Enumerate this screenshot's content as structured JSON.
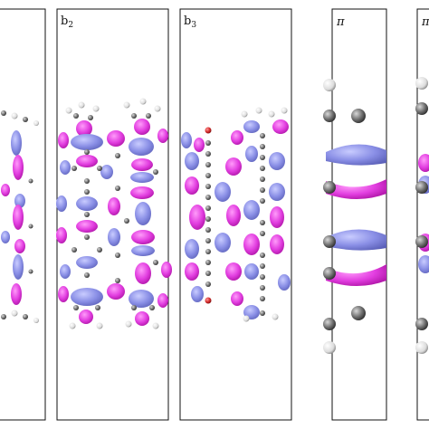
{
  "panels": [
    {
      "id": "b1",
      "label": "",
      "sub": ""
    },
    {
      "id": "b2",
      "label": "b",
      "sub": "2"
    },
    {
      "id": "b3",
      "label": "b",
      "sub": "3"
    },
    {
      "id": "pi1",
      "label": "π",
      "sub": ""
    },
    {
      "id": "pi2",
      "label": "π",
      "sub": ""
    }
  ],
  "colors": {
    "positive_lobe": "#e23ee0",
    "negative_lobe": "#8a8fe6",
    "carbon_atom": "#6e6e6e",
    "hydrogen_atom": "#f2f2f2",
    "oxygen_atom": "#d42a2a",
    "frame": "#111111"
  }
}
